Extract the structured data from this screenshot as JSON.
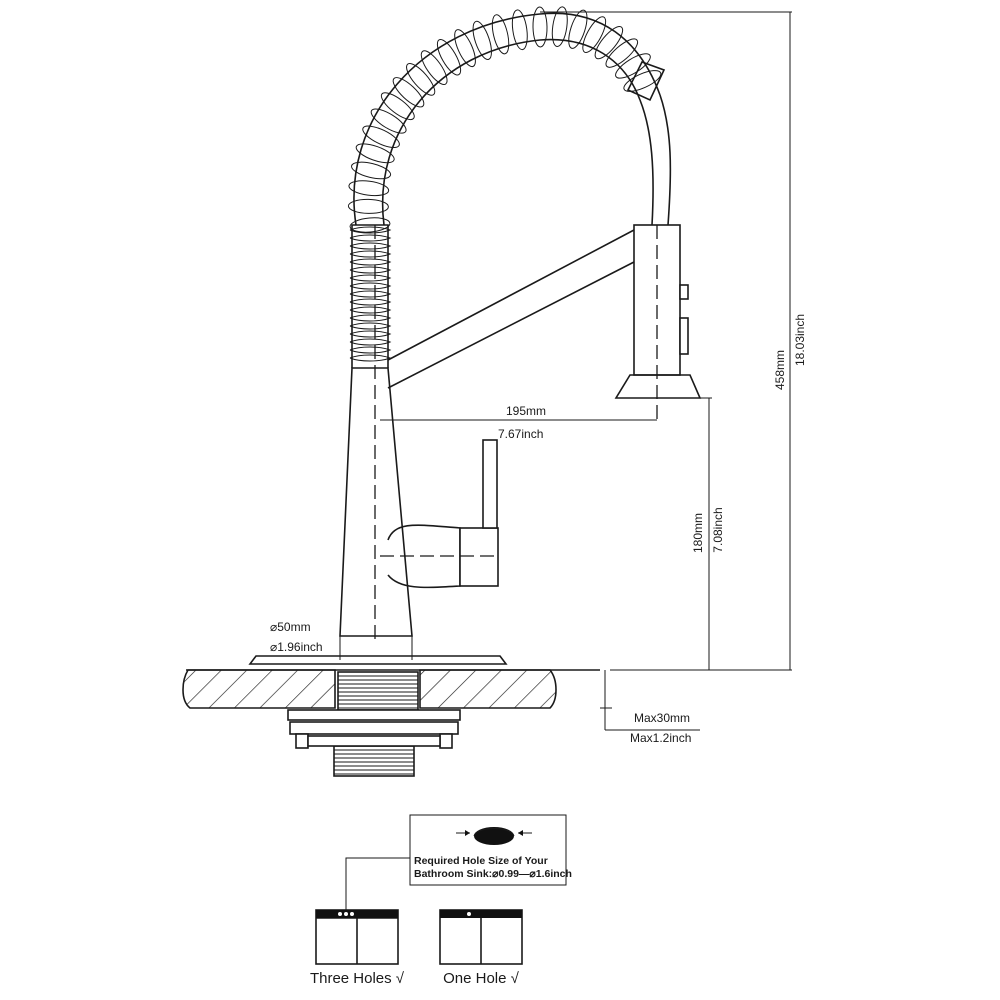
{
  "dimensions": {
    "total_height_mm": "458mm",
    "total_height_inch": "18.03inch",
    "reach_mm": "195mm",
    "reach_inch": "7.67inch",
    "spout_height_mm": "180mm",
    "spout_height_inch": "7.08inch",
    "base_diameter_mm": "⌀50mm",
    "base_diameter_inch": "⌀1.96inch",
    "deck_thickness_mm": "Max30mm",
    "deck_thickness_inch": "Max1.2inch"
  },
  "hole_note": {
    "line1": "Required Hole Size of Your",
    "line2": "Bathroom Sink:⌀0.99—⌀1.6inch"
  },
  "sink_options": [
    {
      "label": "Three Holes √"
    },
    {
      "label": "One Hole √"
    }
  ]
}
